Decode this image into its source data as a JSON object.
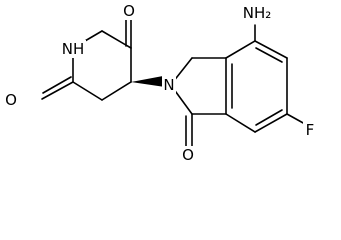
{
  "molecule": {
    "atoms": {
      "nh_imide": "NH",
      "o_top_imide": "O",
      "o_left": "O",
      "n_isoindolinone": "N",
      "nh2": "NH₂",
      "fluorine": "F",
      "o_lactam": "O"
    }
  }
}
